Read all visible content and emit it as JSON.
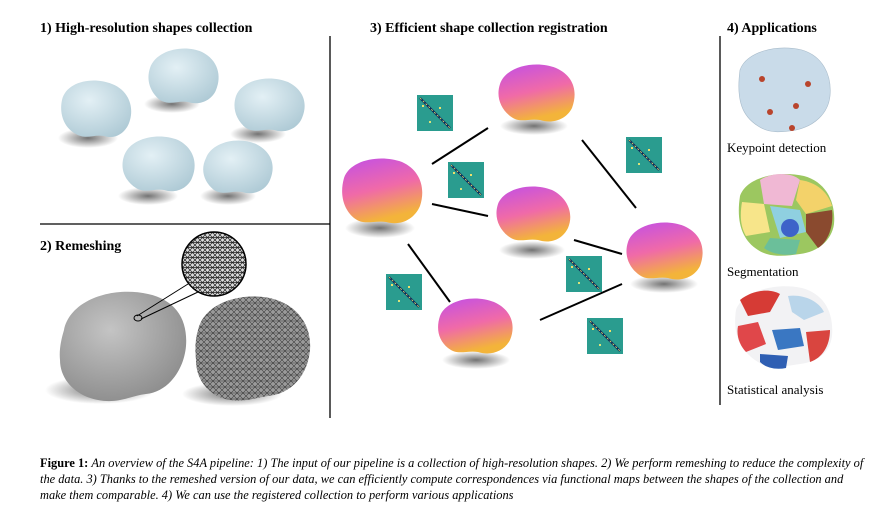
{
  "panels": {
    "p1_title": "1) High-resolution shapes collection",
    "p2_title": "2) Remeshing",
    "p3_title": "3) Efficient shape collection registration",
    "p4_title": "4) Applications"
  },
  "applications": {
    "keypoint": "Keypoint detection",
    "segmentation": "Segmentation",
    "statistical": "Statistical analysis"
  },
  "caption": {
    "label": "Figure 1:",
    "text": "An overview of the S4A pipeline: 1) The input of our pipeline is a collection of high-resolution shapes. 2) We perform remeshing to reduce the complexity of the data. 3) Thanks to the remeshed version of our data, we can efficiently compute correspondences via functional maps between the shapes of the collection and make them comparable. 4) We can use the registered collection to perform various applications"
  },
  "colors": {
    "shape_blue": "#c9e0ea",
    "mesh_gray": "#a6a6a6",
    "grad_top": "#cc4fe0",
    "grad_mid": "#f06aa8",
    "grad_bottom": "#f3b43a",
    "fmap_teal": "#2a9c8f",
    "keypoint_red": "#b9442c"
  }
}
